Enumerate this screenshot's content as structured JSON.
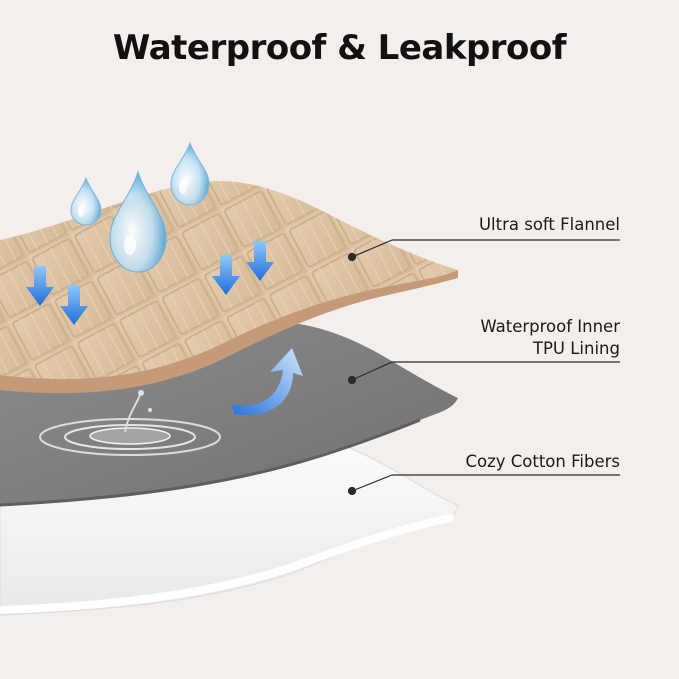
{
  "title": "Waterproof & Leakproof",
  "layers": [
    {
      "lines": [
        "Ultra soft Flannel"
      ]
    },
    {
      "lines": [
        "Waterproof Inner",
        "TPU Lining"
      ]
    },
    {
      "lines": [
        "Cozy Cotton Fibers"
      ]
    }
  ],
  "colors": {
    "background": "#f4efec",
    "flannel": "#dcc1a0",
    "flannel_edge": "#c9a07e",
    "tpu": "#7e7e7e",
    "cotton": "#f1f1f1",
    "arrow": "#2f86e6",
    "leader_line": "#2a2a2a"
  }
}
